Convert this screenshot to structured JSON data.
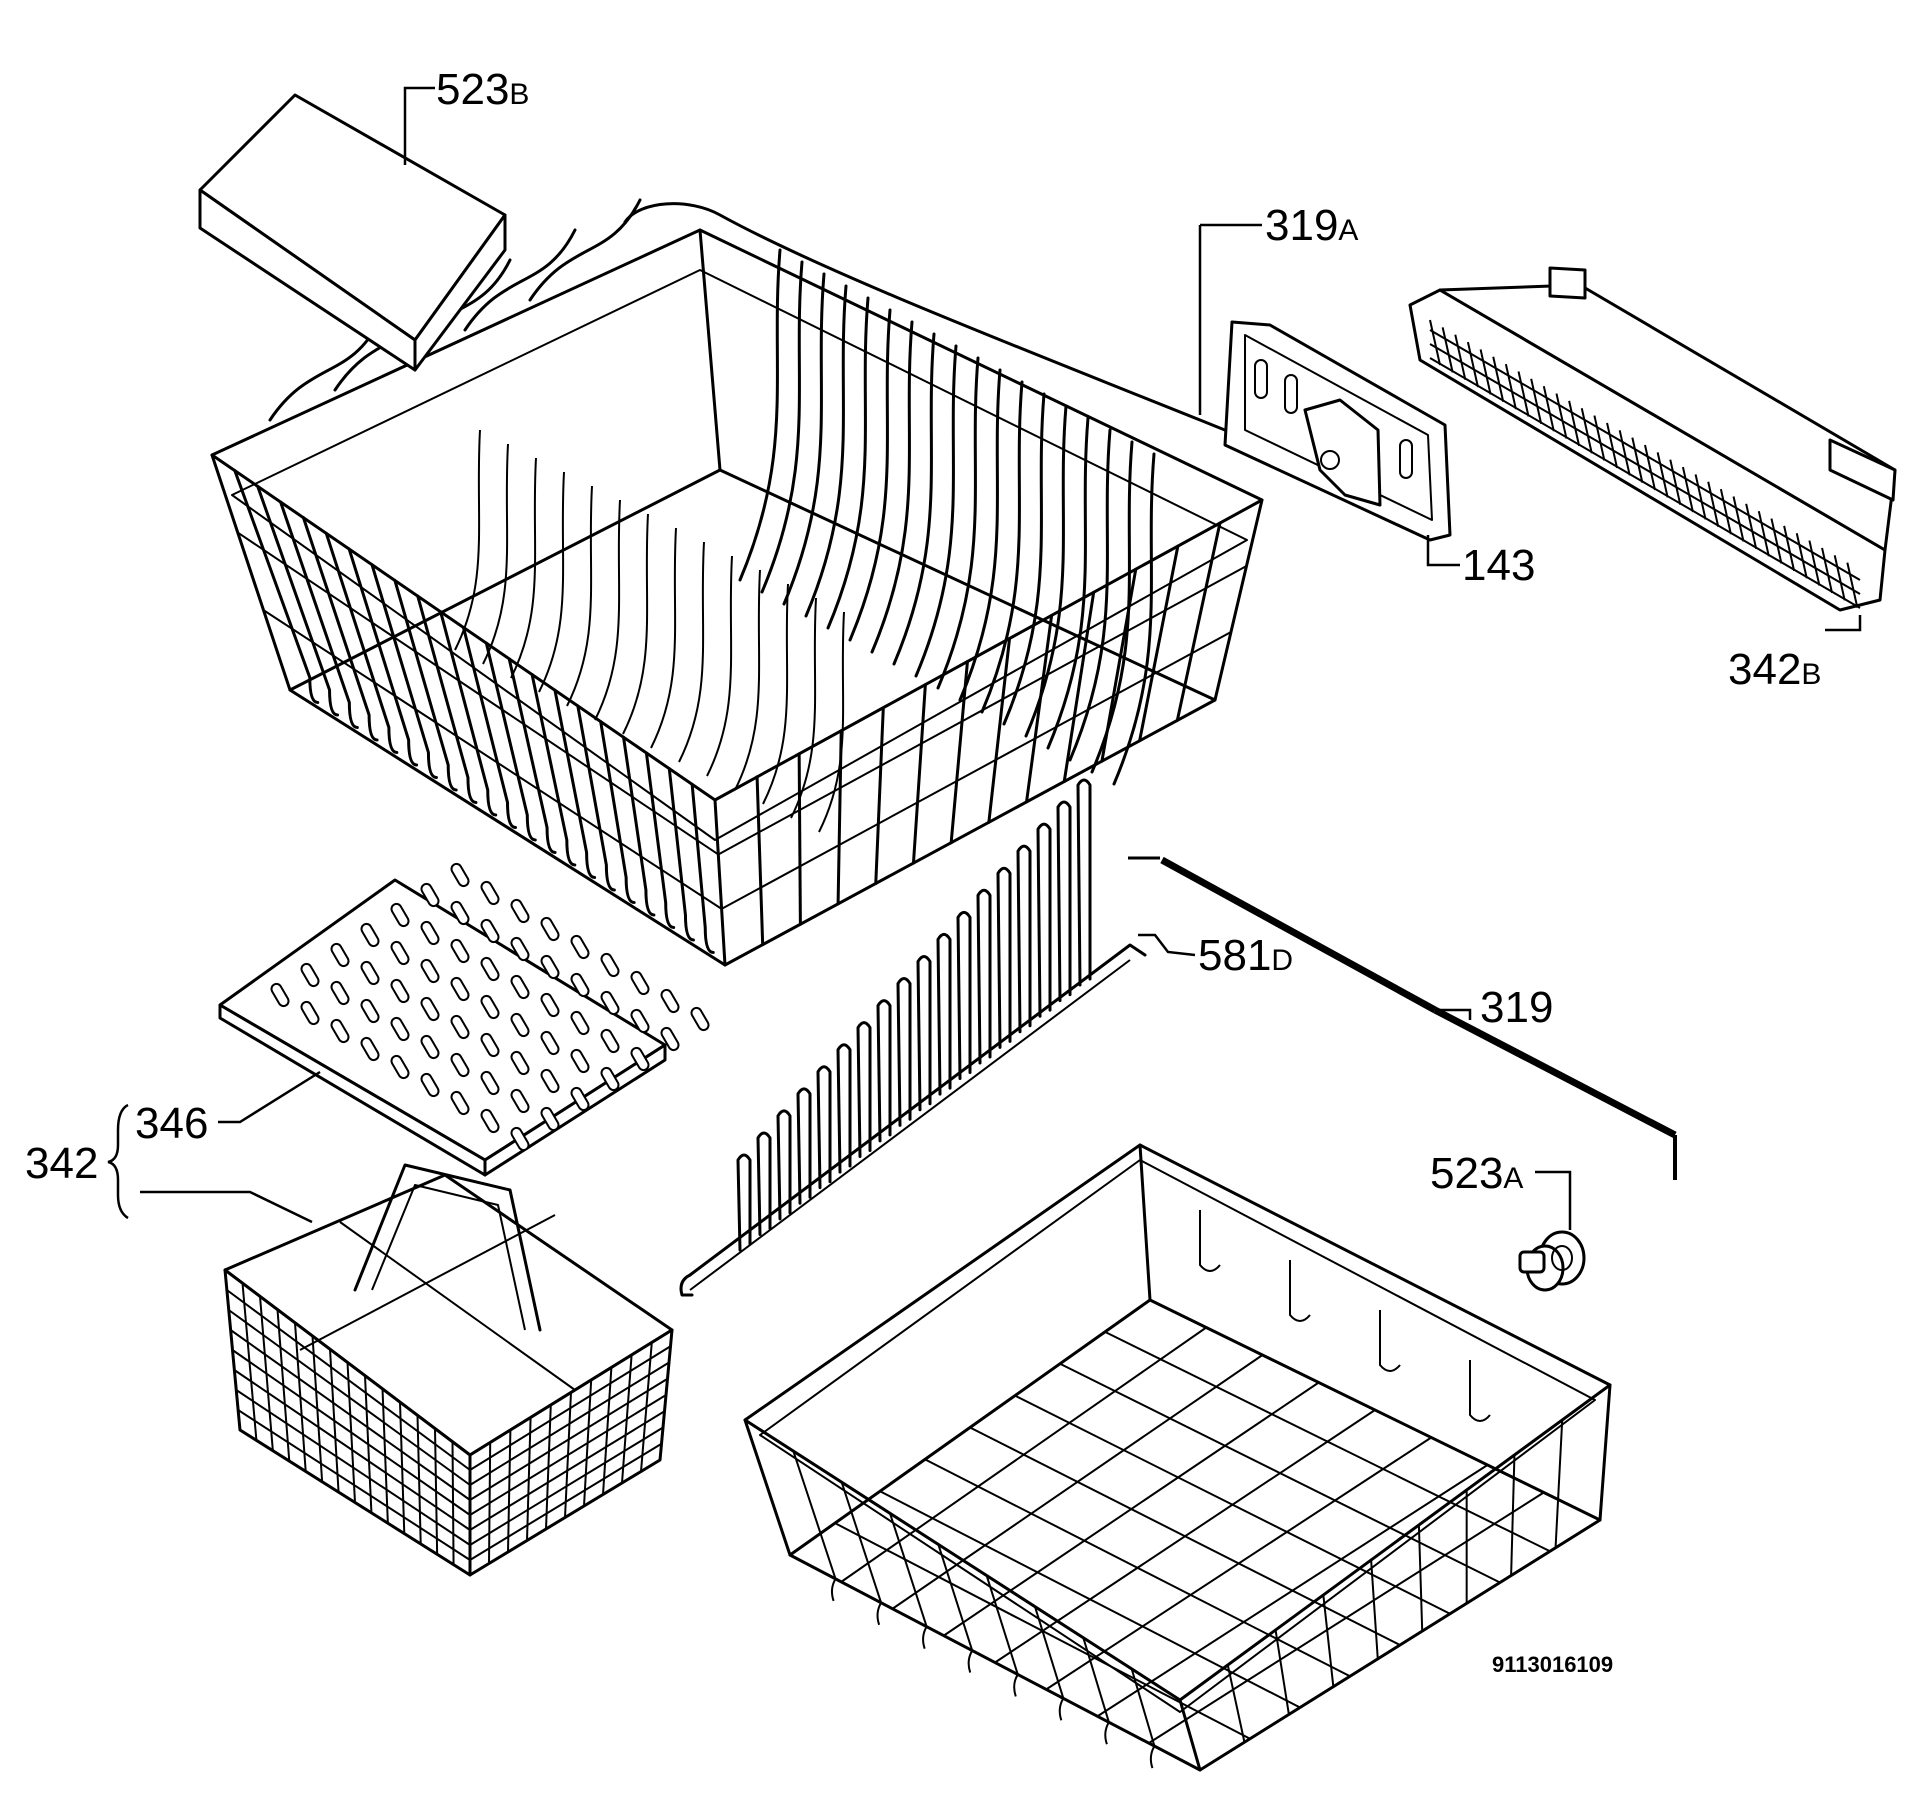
{
  "labels": {
    "p523b_num": "523",
    "p523b_suf": "B",
    "p319a_num": "319",
    "p319a_suf": "A",
    "p143": "143",
    "p342b_num": "342",
    "p342b_suf": "B",
    "p581d_num": "581",
    "p581d_suf": "D",
    "p319": "319",
    "p346": "346",
    "p342": "342",
    "p523a_num": "523",
    "p523a_suf": "A"
  },
  "doc_number": "9113016109",
  "colors": {
    "ink": "#000000",
    "paper": "#ffffff"
  }
}
